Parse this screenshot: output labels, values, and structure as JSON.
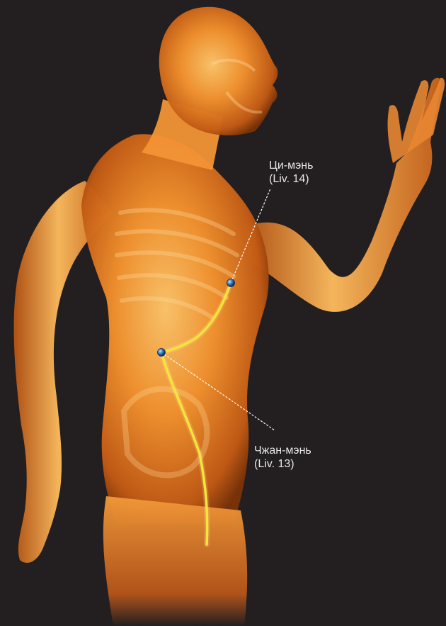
{
  "figure": {
    "background": "#231f20",
    "body_color": "#f08a2a",
    "highlight_color": "#ffd27a",
    "meridian_color": "#f2e227",
    "point_color": "#2f6fb5"
  },
  "points": [
    {
      "id": "qimen",
      "name": "Ци-мэнь",
      "code": "(Liv. 14)"
    },
    {
      "id": "zhangmen",
      "name": "Чжан-мэнь",
      "code": "(Liv. 13)"
    }
  ]
}
